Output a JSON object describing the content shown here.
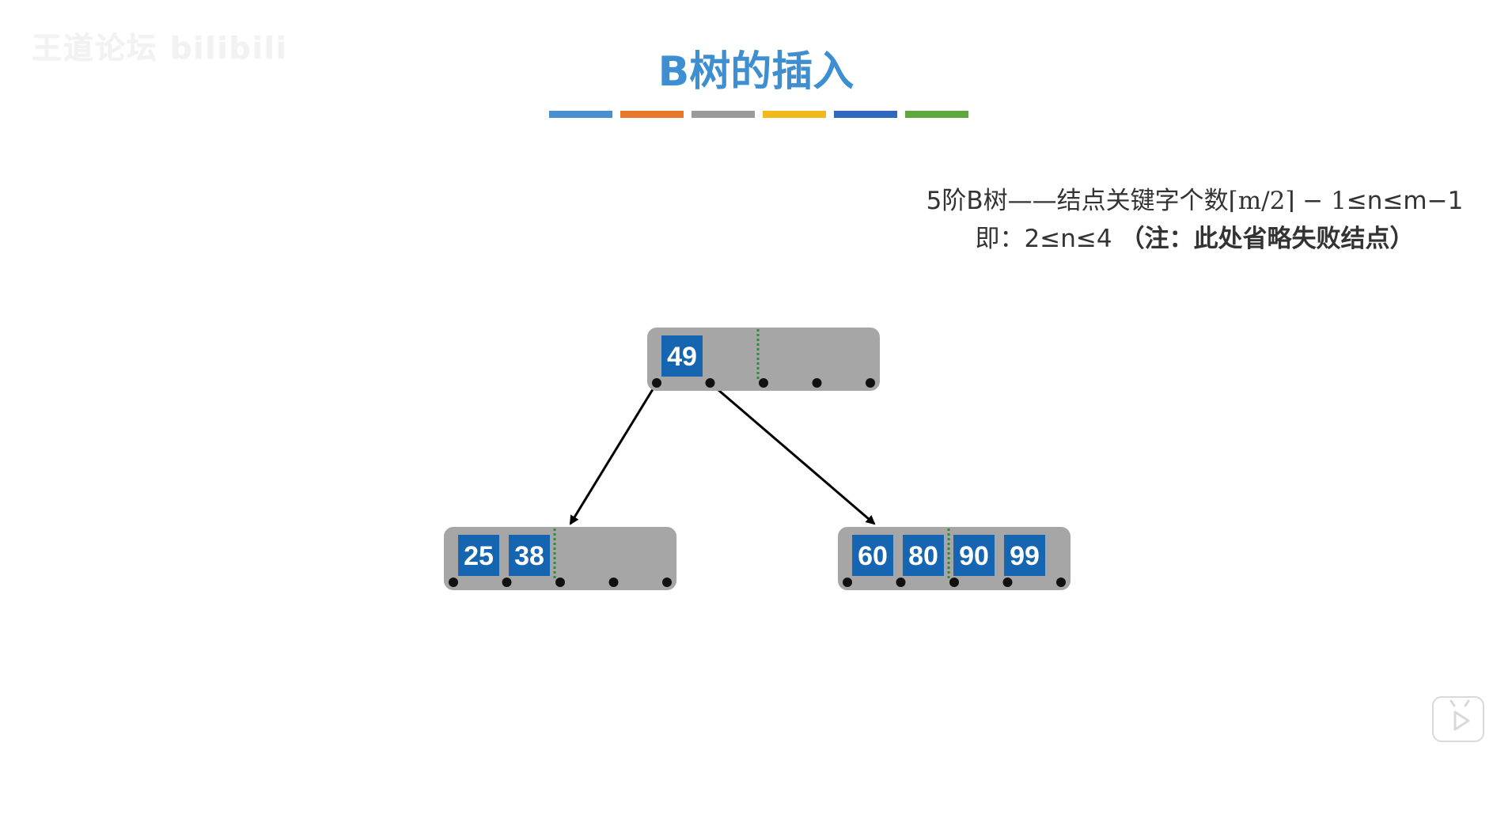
{
  "watermark": "王道论坛 bilibili",
  "title": "B树的插入",
  "title_bar_colors": [
    "#4a90d1",
    "#e8772a",
    "#9a9a9a",
    "#f2b91c",
    "#3068be",
    "#5ea83e"
  ],
  "info": {
    "line1_prefix": "5阶B树——结点关键字个数",
    "line1_formula": "⌈m/2⌉ − 1",
    "line1_suffix": "≤n≤m−1",
    "line2_prefix": "即：2≤n≤4 ",
    "line2_note": "（注：此处省略失败结点）"
  },
  "tree": {
    "root": {
      "keys": [
        "49"
      ]
    },
    "children": [
      {
        "keys": [
          "25",
          "38"
        ]
      },
      {
        "keys": [
          "60",
          "80",
          "90",
          "99"
        ]
      }
    ]
  },
  "colors": {
    "node_bg": "#a6a6a6",
    "key_bg": "#1565b0",
    "key_text": "#ffffff",
    "separator": "#2e8b3a",
    "edge": "#000000"
  },
  "play_button": {
    "icon": "play-icon"
  }
}
